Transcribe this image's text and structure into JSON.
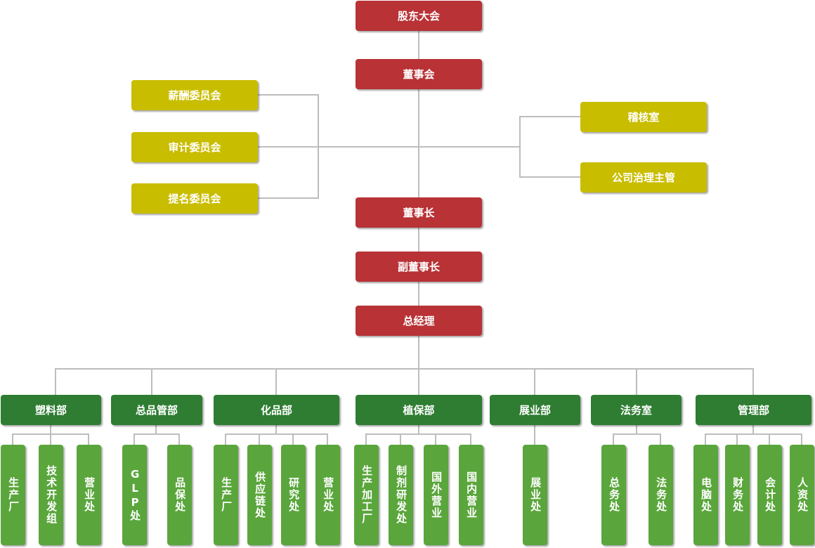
{
  "top": [
    {
      "key": "shareholders",
      "label": "股东大会"
    },
    {
      "key": "board",
      "label": "董事会"
    },
    {
      "key": "chairman",
      "label": "董事长"
    },
    {
      "key": "vice-chairman",
      "label": "副董事长"
    },
    {
      "key": "general-manager",
      "label": "总经理"
    }
  ],
  "committees_left": [
    "薪酬委员会",
    "审计委员会",
    "提名委员会"
  ],
  "committees_right": [
    "稽核室",
    "公司治理主管"
  ],
  "departments": [
    {
      "label": "塑料部",
      "units": [
        "生产厂",
        "技术开发组",
        "营业处"
      ]
    },
    {
      "label": "总品管部",
      "units": [
        "GLP处",
        "品保处"
      ]
    },
    {
      "label": "化品部",
      "units": [
        "生产厂",
        "供应链处",
        "研究处",
        "营业处"
      ]
    },
    {
      "label": "植保部",
      "units": [
        "生产加工厂",
        "制剂研发处",
        "国外营业",
        "国内营业"
      ]
    },
    {
      "label": "展业部",
      "units": [
        "展业处"
      ]
    },
    {
      "label": "法务室",
      "units": [
        "总务处",
        "法务处"
      ]
    },
    {
      "label": "管理部",
      "units": [
        "电脑处",
        "财务处",
        "会计处",
        "人资处"
      ]
    }
  ],
  "colors": {
    "executive": "#b83236",
    "committee": "#c9bd00",
    "department": "#2e7d32",
    "unit": "#5aa63c",
    "connector": "#bdbdbd"
  }
}
